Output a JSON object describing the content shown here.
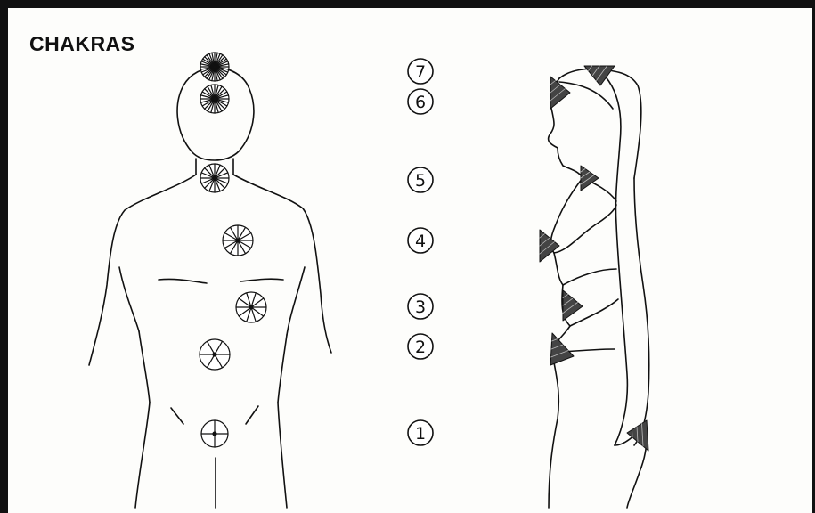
{
  "title": "CHAKRAS",
  "chakra_numbers": [
    "1",
    "2",
    "3",
    "4",
    "5",
    "6",
    "7"
  ],
  "colors": {
    "ink": "#111111",
    "paper": "#fdfdfb",
    "frame": "#111111"
  },
  "figures": {
    "front": "front-view-human-body",
    "side": "side-view-human-body"
  }
}
